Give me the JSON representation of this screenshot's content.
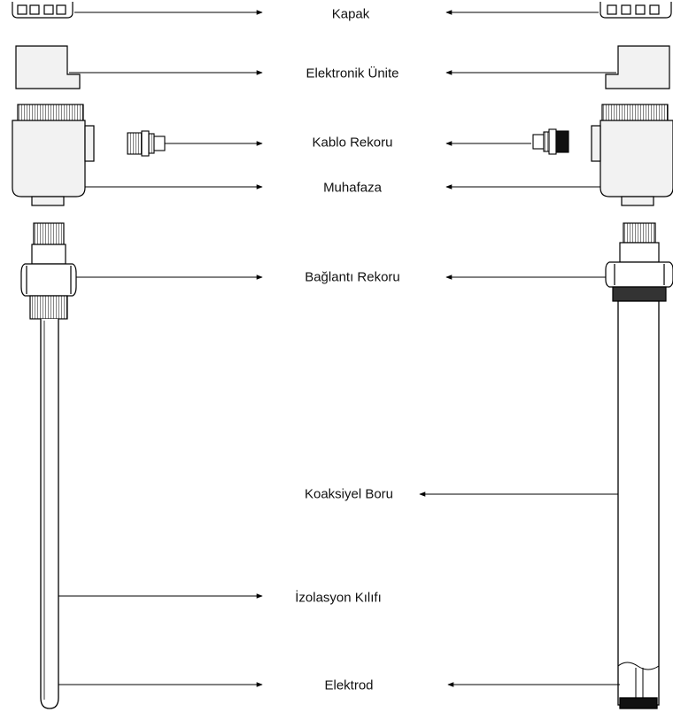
{
  "labels": {
    "kapak": "Kapak",
    "elektronik_unite": "Elektronik Ünite",
    "kablo_rekoru": "Kablo Rekoru",
    "muhafaza": "Muhafaza",
    "baglanti_rekoru": "Bağlantı Rekoru",
    "koaksiyel_boru": "Koaksiyel Boru",
    "izolasyon_kilifi": "İzolasyon Kılıfı",
    "elektrod": "Elektrod"
  },
  "colors": {
    "line": "#000000",
    "fill": "#ffffff",
    "housing": "#f2f2f2",
    "thread": "#444444",
    "dark": "#111111",
    "label": "#111111"
  }
}
